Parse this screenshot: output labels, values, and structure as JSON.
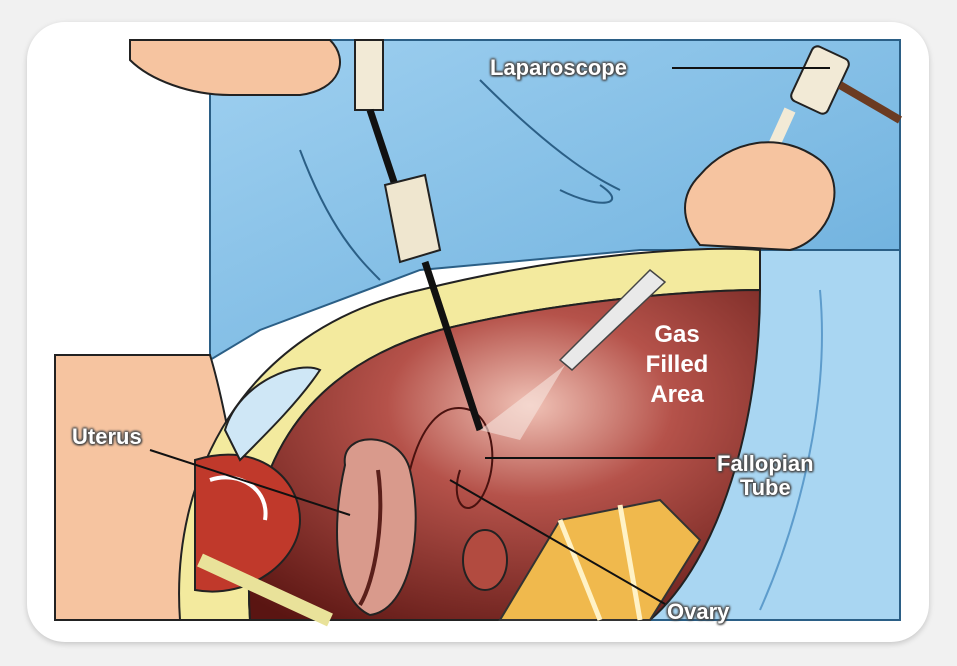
{
  "labels": {
    "laparoscope": "Laparoscope",
    "gas_line1": "Gas",
    "gas_line2": "Filled",
    "gas_line3": "Area",
    "uterus": "Uterus",
    "fallopian_line1": "Fallopian",
    "fallopian_line2": "Tube",
    "ovary": "Ovary"
  },
  "colors": {
    "gown": "#8dc3e6",
    "skin": "#f6c4a0",
    "abdominal_wall": "#f3ea9e",
    "cavity": "#8a2a24",
    "outline": "#1a1a1a"
  }
}
